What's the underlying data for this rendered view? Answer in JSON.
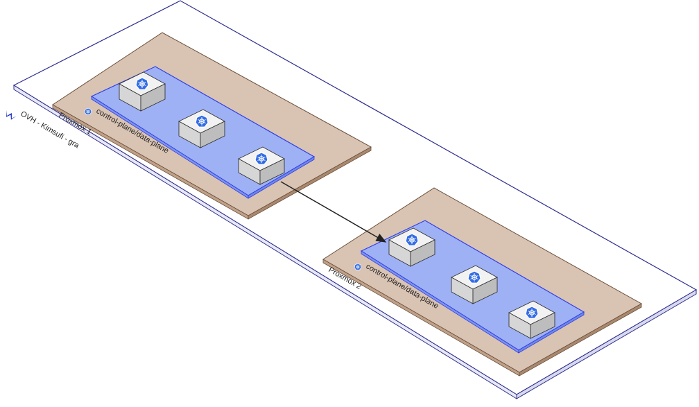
{
  "region": {
    "label": "OVH - Kimsufi - gra",
    "icon": "ovh-logo-icon"
  },
  "hosts": [
    {
      "label": "Proxmox 1",
      "cluster_label": "control-plane/data-plane",
      "node_icon": "kubernetes-icon",
      "node_count": 3
    },
    {
      "label": "Proxmox 2",
      "cluster_label": "control-plane/data-plane",
      "node_icon": "kubernetes-icon",
      "node_count": 3
    }
  ],
  "connection": {
    "from": "Proxmox 1",
    "to": "Proxmox 2",
    "style": "arrow"
  },
  "colors": {
    "region_stroke": "#2d2d8f",
    "host_fill": "#d9c3b3",
    "host_side": "#a8896f",
    "cluster_fill": "#9fb1f5",
    "cluster_stroke": "#2f3ee6",
    "node_top": "#f2f2f2",
    "node_left": "#d6d6d6",
    "node_right": "#bdbdbd",
    "k8s_blue": "#326ce5"
  }
}
